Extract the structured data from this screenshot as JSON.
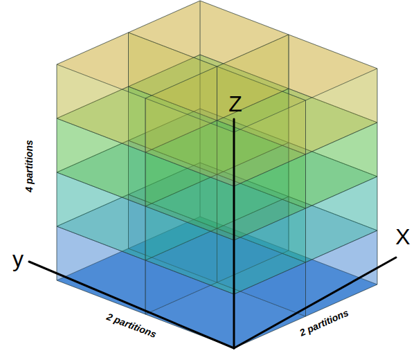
{
  "diagram": {
    "labels": [
      "4 partitions",
      "2 partitions",
      "2 partitions",
      "Z",
      "y",
      "X"
    ]
  }
}
